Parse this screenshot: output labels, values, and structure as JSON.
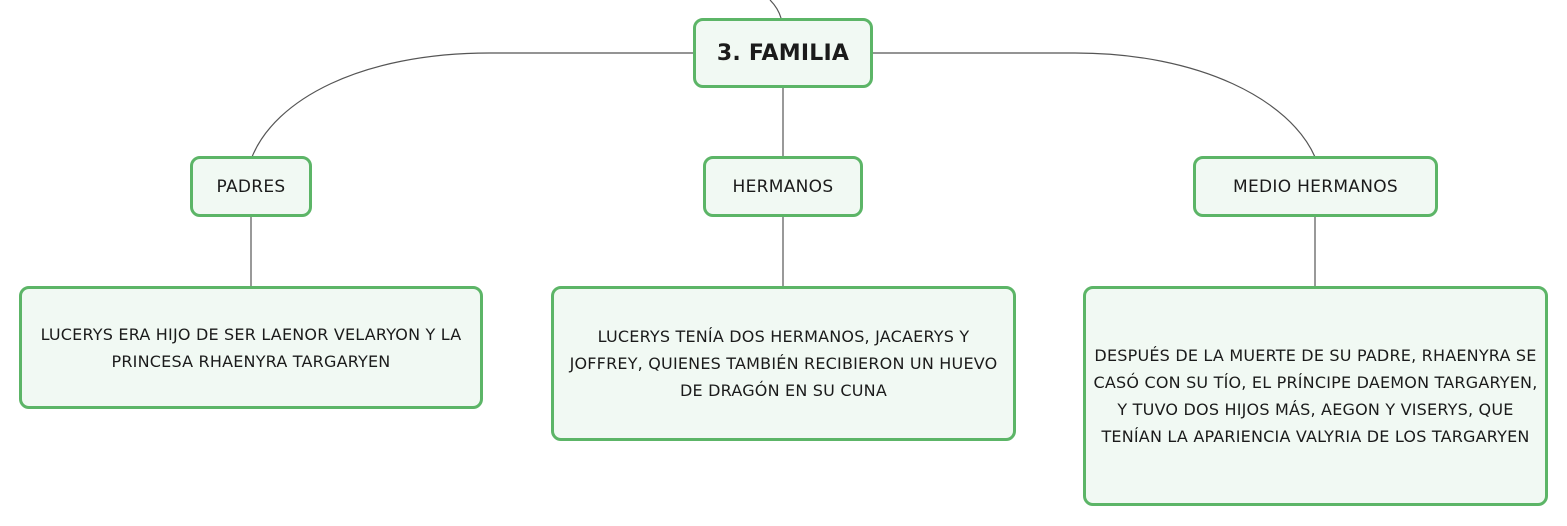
{
  "diagram": {
    "root": {
      "label": "3. FAMILIA"
    },
    "branches": [
      {
        "label": "PADRES",
        "detail": "LUCERYS ERA HIJO DE SER LAENOR VELARYON Y LA PRINCESA RHAENYRA TARGARYEN"
      },
      {
        "label": "HERMANOS",
        "detail": "LUCERYS TENÍA DOS HERMANOS, JACAERYS Y JOFFREY, QUIENES TAMBIÉN RECIBIERON UN HUEVO DE DRAGÓN EN SU CUNA"
      },
      {
        "label": "MEDIO HERMANOS",
        "detail": "DESPUÉS DE LA MUERTE DE SU PADRE, RHAENYRA SE CASÓ CON SU TÍO, EL PRÍNCIPE DAEMON TARGARYEN, Y TUVO DOS HIJOS MÁS, AEGON Y VISERYS, QUE TENÍAN LA APARIENCIA VALYRIA DE LOS TARGARYEN"
      }
    ]
  },
  "colors": {
    "node_border": "#5cb567",
    "node_fill": "#f1f9f3",
    "connector": "#555555"
  }
}
